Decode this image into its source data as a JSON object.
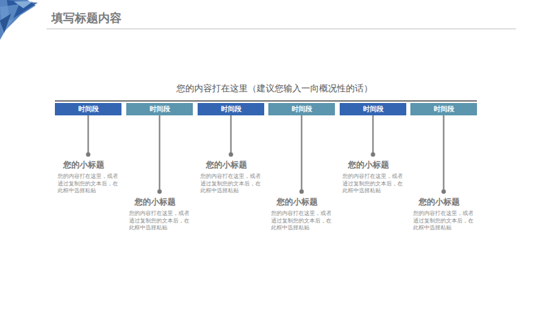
{
  "diagram": {
    "title": "填写标题内容",
    "nodes": [
      {
        "text": [
          "时间段"
        ]
      },
      {
        "text": [
          "您的小标题",
          "您的内容打在这里，或者通过复制您的文本后，在此框中选择粘贴"
        ]
      },
      {
        "text": [
          "时间段"
        ]
      },
      {
        "text": [
          "您的小标题",
          "您的内容打在这里，或者通过复制您的文本后，在此框中选择粘贴"
        ]
      },
      {
        "text": [
          "时间段"
        ]
      },
      {
        "text": [
          "您的小标题",
          "您的内容打在这里，或者通过复制您的文本后，在此框中选择粘贴"
        ]
      },
      {
        "text": [
          "时间段"
        ]
      },
      {
        "text": [
          "您的小标题",
          "您的内容打在这里，或者通过复制您的文本后，在此框中选择粘贴"
        ]
      },
      {
        "text": [
          "时间段"
        ]
      },
      {
        "text": [
          "您的小标题",
          "您的内容打在这里，或者通过复制您的文本后，在此框中选择粘贴"
        ]
      },
      {
        "text": [
          "时间段"
        ]
      },
      {
        "text": [
          "您的小标题",
          "您的内容打在这里，或者通过复制您的文本后，在此框中选择粘贴"
        ]
      }
    ],
    "edges": [
      {
        "from": 0,
        "to": 1,
        "arrow": "none"
      },
      {
        "from": 2,
        "to": 3,
        "arrow": "none"
      },
      {
        "from": 4,
        "to": 5,
        "arrow": "none"
      },
      {
        "from": 6,
        "to": 7,
        "arrow": "none"
      },
      {
        "from": 8,
        "to": 9,
        "arrow": "none"
      },
      {
        "from": 10,
        "to": 11,
        "arrow": "none"
      }
    ],
    "labels": [
      "您的内容打在这里（建议您输入一向概况性的话）"
    ]
  }
}
